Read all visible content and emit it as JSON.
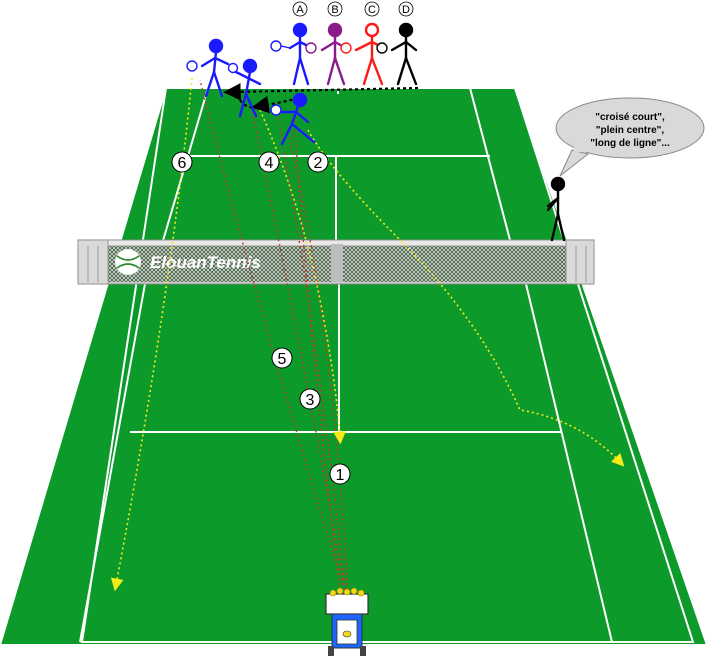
{
  "brand": {
    "name": "ElouanTennis"
  },
  "colors": {
    "court": "#0c9b2b",
    "court_dark": "#0a8726",
    "lines": "#ffffff",
    "trajectory_red": "#c0392b",
    "trajectory_yellow": "#f5ea1a",
    "player_blue": "#1a1aff",
    "player_purple": "#8b1a8b",
    "player_red": "#ff1a1a",
    "player_black": "#000000"
  },
  "players": [
    {
      "label": "A",
      "color": "#1a1aff"
    },
    {
      "label": "B",
      "color": "#8b1a8b"
    },
    {
      "label": "C",
      "color": "#ff1a1a"
    },
    {
      "label": "D",
      "color": "#000000"
    }
  ],
  "steps": [
    "1",
    "2",
    "3",
    "4",
    "5",
    "6"
  ],
  "coach_speech": {
    "line1": "\"croisé court\",",
    "line2": "\"plein centre\",",
    "line3": "\"long de ligne\"..."
  }
}
